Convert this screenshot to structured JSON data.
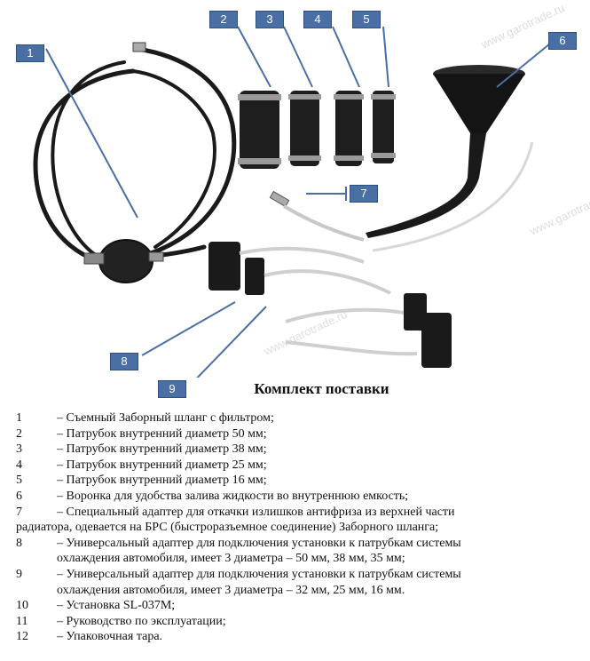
{
  "watermark": "www.garotrade.ru",
  "callouts": [
    "1",
    "2",
    "3",
    "4",
    "5",
    "6",
    "7",
    "8",
    "9"
  ],
  "heading": "Комплект поставки",
  "items": [
    {
      "num": "1",
      "text": "– Съемный Заборный шланг с фильтром;"
    },
    {
      "num": "2",
      "text": "– Патрубок внутренний диаметр 50 мм;"
    },
    {
      "num": "3",
      "text": "– Патрубок  внутренний диаметр 38 мм;"
    },
    {
      "num": "4",
      "text": "– Патрубок внутренний диаметр 25 мм;"
    },
    {
      "num": "5",
      "text": "– Патрубок внутренний диаметр 16 мм;"
    },
    {
      "num": "6",
      "text": "– Воронка для удобства залива жидкости во внутреннюю емкость;"
    },
    {
      "num": "7",
      "text": "– Специальный адаптер для откачки излишков антифриза из верхней части",
      "cont": "радиатора, одевается на БРС (быстроразъемное соединение) Заборного шланга;"
    },
    {
      "num": "8",
      "text": "– Универсальный адаптер для подключения установки к патрубкам системы",
      "cont": "охлаждения автомобиля, имеет 3 диаметра – 50 мм, 38 мм, 35 мм;"
    },
    {
      "num": "9",
      "text": "– Универсальный адаптер для подключения установки к патрубкам системы",
      "cont": "охлаждения автомобиля, имеет 3 диаметра – 32 мм, 25 мм, 16 мм."
    },
    {
      "num": "10",
      "text": "– Установка SL-037M;"
    },
    {
      "num": "11",
      "text": "– Руководство по эксплуатации;"
    },
    {
      "num": "12",
      "text": "– Упаковочная тара."
    }
  ]
}
